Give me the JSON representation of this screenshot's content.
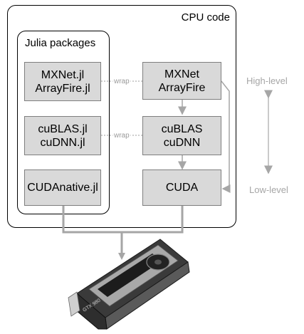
{
  "cpu_region": {
    "label": "CPU code"
  },
  "julia_region": {
    "label": "Julia packages"
  },
  "julia_boxes": [
    {
      "line1": "MXNet.jl",
      "line2": "ArrayFire.jl"
    },
    {
      "line1": "cuBLAS.jl",
      "line2": "cuDNN.jl"
    },
    {
      "line1": "CUDAnative.jl",
      "line2": ""
    }
  ],
  "lib_boxes": [
    {
      "line1": "MXNet",
      "line2": "ArrayFire"
    },
    {
      "line1": "cuBLAS",
      "line2": "cuDNN"
    },
    {
      "line1": "CUDA",
      "line2": ""
    }
  ],
  "wrap_labels": [
    "wrap",
    "wrap"
  ],
  "levels": {
    "high": "High-level",
    "low": "Low-level"
  },
  "gpu": {
    "model_text": "GTX 980"
  },
  "colors": {
    "box_fill": "#d9d9d9",
    "connector": "#a6a6a6",
    "level_text": "#a6a6a6"
  }
}
